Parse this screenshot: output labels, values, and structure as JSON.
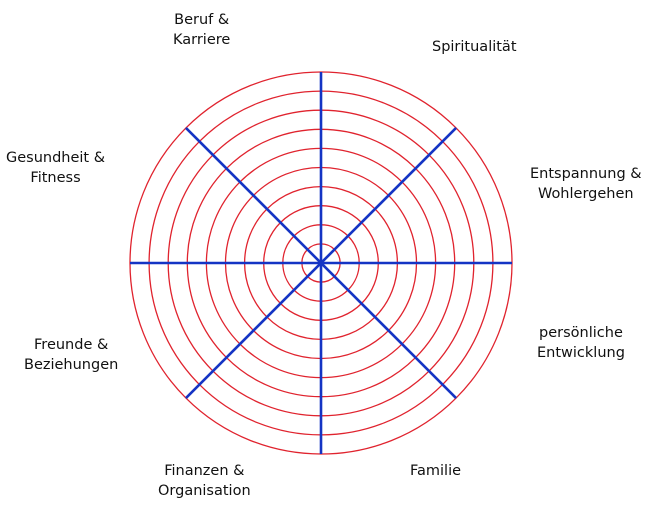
{
  "wheel": {
    "ring_count": 10,
    "spoke_count": 8,
    "colors": {
      "rings": "#e0232e",
      "spokes": "#1434c4",
      "text": "#111111",
      "background": "#ffffff"
    }
  },
  "labels": {
    "beruf": {
      "line1": "Beruf &",
      "line2": "Karriere"
    },
    "spiritualitaet": {
      "line1": "Spiritualität"
    },
    "entspannung": {
      "line1": "Entspannung &",
      "line2": "Wohlergehen"
    },
    "persoenlich": {
      "line1": "persönliche",
      "line2": "Entwicklung"
    },
    "familie": {
      "line1": "Familie"
    },
    "finanzen": {
      "line1": "Finanzen &",
      "line2": "Organisation"
    },
    "freunde": {
      "line1": "Freunde &",
      "line2": "Beziehungen"
    },
    "gesundheit": {
      "line1": "Gesundheit &",
      "line2": "Fitness"
    }
  }
}
